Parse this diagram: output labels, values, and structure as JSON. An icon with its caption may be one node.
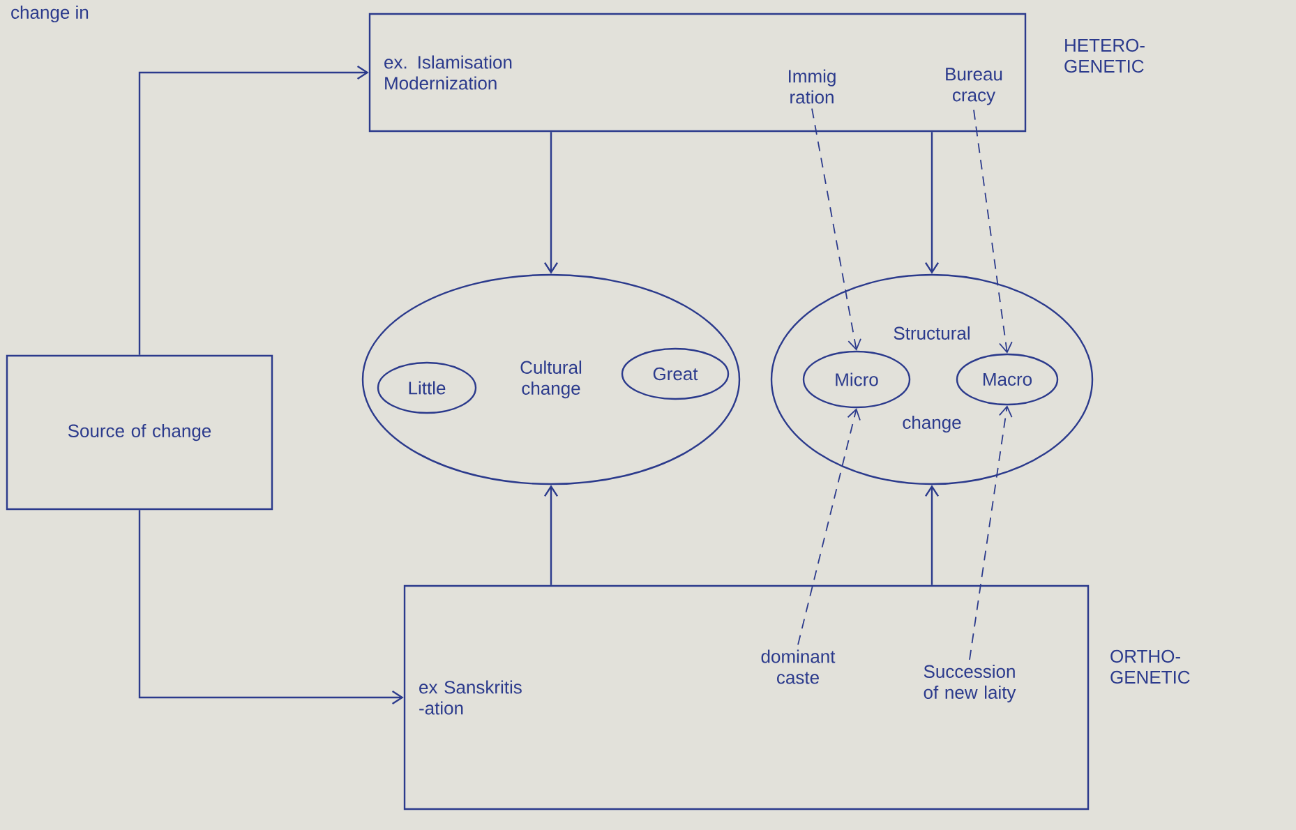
{
  "diagram": {
    "nodes": [
      {
        "text": [
          "Source of change"
        ]
      },
      {
        "text": [
          "ex. Islamisation Modernization"
        ],
        "beside": [
          "HETERO- GENETIC"
        ]
      },
      {
        "text": [
          "Immig ration"
        ],
        "in": 1
      },
      {
        "text": [
          "Bureau cracy"
        ],
        "in": 1
      },
      {
        "text": [
          "Cultural change"
        ]
      },
      {
        "text": [
          "Little"
        ],
        "in": 4
      },
      {
        "text": [
          "Great"
        ],
        "in": 4
      },
      {
        "text": [
          "Structural change"
        ]
      },
      {
        "text": [
          "Micro"
        ],
        "in": 7
      },
      {
        "text": [
          "Macro"
        ],
        "in": 7
      },
      {
        "text": [
          "ex Sanskritis -ation"
        ],
        "beside": [
          "ORTHO- GENETIC"
        ]
      },
      {
        "text": [
          "dominant caste"
        ],
        "in": 10
      },
      {
        "text": [
          "Succession of new laity"
        ],
        "in": 10
      }
    ],
    "edges": [
      {
        "from": 0,
        "to": 1,
        "arrow": "to"
      },
      {
        "from": 0,
        "to": 10,
        "arrow": "to"
      },
      {
        "from": 1,
        "to": 4,
        "arrow": "to"
      },
      {
        "from": 1,
        "to": 7,
        "arrow": "to"
      },
      {
        "from": 10,
        "to": 4,
        "arrow": "to"
      },
      {
        "from": 10,
        "to": 7,
        "arrow": "to"
      },
      {
        "from": 2,
        "to": 8,
        "arrow": "to",
        "style": "dashed"
      },
      {
        "from": 3,
        "to": 9,
        "arrow": "to",
        "style": "dashed"
      },
      {
        "from": 11,
        "to": 8,
        "arrow": "to",
        "style": "dashed"
      },
      {
        "from": 12,
        "to": 9,
        "arrow": "to",
        "style": "dashed"
      }
    ],
    "labels": [
      "change in"
    ]
  }
}
